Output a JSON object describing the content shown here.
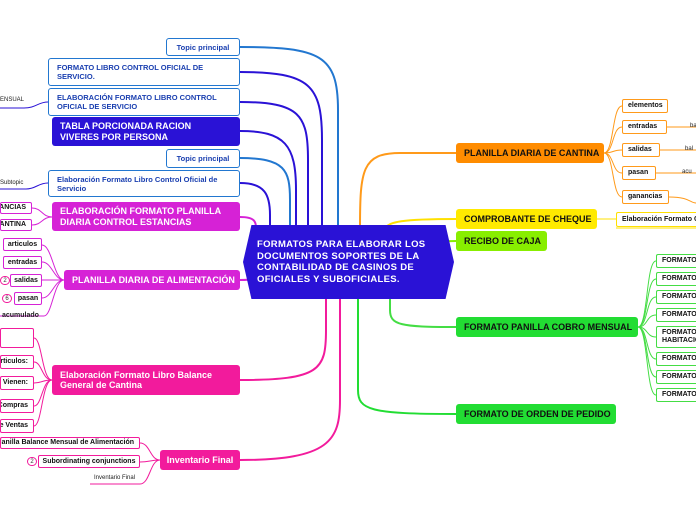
{
  "central_topic": "FORMATOS PARA ELABORAR LOS DOCUMENTOS SOPORTES DE LA CONTABILIDAD DE CASINOS DE OFICIALES Y SUBOFICIALES.",
  "colors": {
    "navy": "#2a12d6",
    "magenta": "#d622d6",
    "pink": "#f21b9c",
    "orange": "#ff8c00",
    "yellow": "#ffea00",
    "lime": "#88ee00",
    "green": "#22dd33",
    "blue_outline": "#2277d0"
  },
  "left_branches": {
    "topic_principal_1": "Topic principal",
    "formato_libro_control": "FORMATO LIBRO CONTROL OFICIAL DE SERVICIO.",
    "elaboracion_formato_libro": "ELABORACIÓN FORMATO LIBRO CONTROL OFICIAL  DE SERVICIO",
    "elaboracion_child": "ENSUAL",
    "tabla_porcionada": "TABLA PORCIONADA RACION VIVERES POR PERSONA",
    "topic_principal_2": "Topic principal",
    "elaboracion_libro_control": "Elaboración Formato Libro Control Oficial de Servicio",
    "elaboracion_libro_child": "Subtopic",
    "elaboracion_planilla_estancias": "ELABORACIÓN FORMATO PLANILLA DIARIA CONTROL ESTANCIAS",
    "estancias_children": [
      "STANCIAS",
      "CANTINA"
    ],
    "planilla_alimentacion": "PLANILLA DIARIA DE ALIMENTACIÓN",
    "alimentacion_children": [
      {
        "label": "articulos",
        "badge": ""
      },
      {
        "label": "entradas",
        "badge": ""
      },
      {
        "label": "salidas",
        "badge": "2"
      },
      {
        "label": "pasan",
        "badge": "6"
      },
      {
        "label": "acumulado",
        "badge": ""
      }
    ],
    "balance_general": "Elaboración Formato  Libro  Balance General de Cantina",
    "balance_children": [
      "",
      "rticulos:",
      "Vienen:",
      "Compras",
      "e Ventas"
    ],
    "inventario_final": "Inventario Final",
    "inventario_children": [
      {
        "label": "Planilla Balance Mensual de Alimentación",
        "badge": ""
      },
      {
        "label": "Subordinating conjunctions",
        "badge": "2"
      }
    ],
    "inventario_plain": "Inventario Final"
  },
  "right_branches": {
    "planilla_cantina": "PLANILLA DIARIA DE CANTINA",
    "cantina_children": [
      {
        "label": "elementos",
        "note": ""
      },
      {
        "label": "entradas",
        "note": "ba"
      },
      {
        "label": "salidas",
        "note": "bal"
      },
      {
        "label": "pasan",
        "note": "acu"
      },
      {
        "label": "ganancias",
        "note": ""
      }
    ],
    "comprobante_cheque": "COMPROBANTE DE CHEQUE",
    "comprobante_child": "Elaboración Formato C",
    "recibo_caja": "RECIBO DE CAJA",
    "formato_cobro": "FORMATO PANILLA COBRO MENSUAL",
    "cobro_children": [
      "FORMATO",
      "FORMATO",
      "FORMATO",
      "FORMATO",
      "FORMATO HABITACIO",
      "FORMATO",
      "FORMATO",
      "FORMATO"
    ],
    "formato_orden": "FORMATO DE ORDEN DE PEDIDO"
  }
}
